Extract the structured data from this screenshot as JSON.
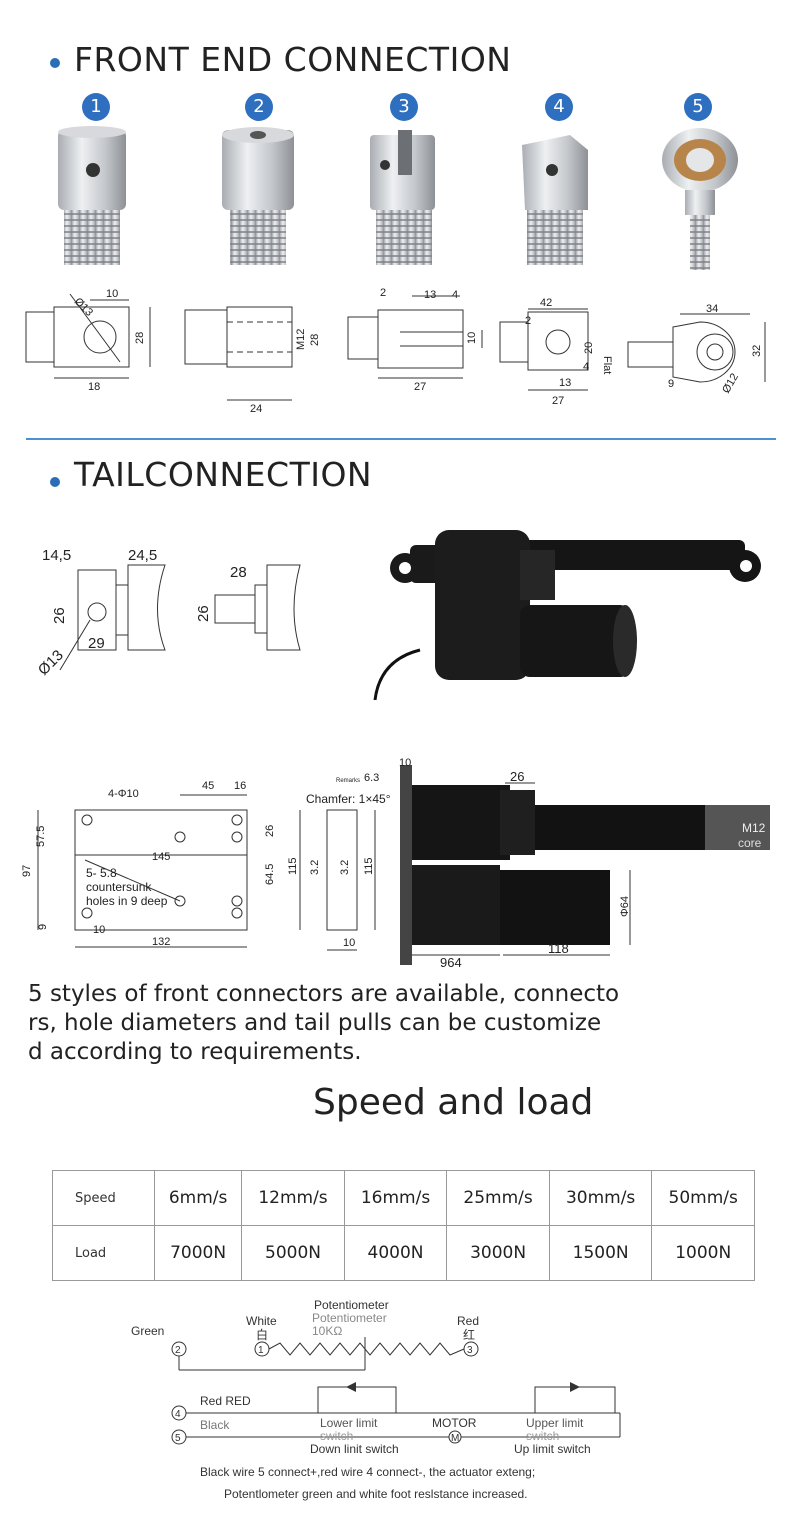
{
  "front": {
    "title": "FRONT END CONNECTION",
    "badges": [
      "1",
      "2",
      "3",
      "4",
      "5"
    ],
    "d1": {
      "dia": "Ø13",
      "w": "10",
      "h": "28",
      "len": "18"
    },
    "d2": {
      "m": "M12",
      "h": "28",
      "len": "24"
    },
    "d3": {
      "a": "2",
      "b": "13",
      "c": "4",
      "h": "10",
      "len": "27"
    },
    "d4": {
      "top": "42",
      "a": "2",
      "flat": "20",
      "flat_label": "Flat",
      "c": "4",
      "b": "13",
      "len": "27"
    },
    "d5": {
      "top": "34",
      "h": "32",
      "a": "9",
      "dia": "Ø12"
    }
  },
  "tail": {
    "title": "TAILCONNECTION",
    "t1": {
      "a": "14,5",
      "b": "24,5",
      "c": "26",
      "d": "29",
      "dia": "Ø13"
    },
    "t2": {
      "a": "28",
      "b": "26"
    }
  },
  "mount": {
    "hole": "4-Φ10",
    "d45": "45",
    "d16": "16",
    "d57": "57.5",
    "d97": "97",
    "d26": "26",
    "d145": "145",
    "d64": "64.5",
    "d115": "115",
    "d32": "3.2",
    "d9": "9",
    "d10": "10",
    "d132": "132",
    "csk1": "5- 5.8",
    "csk2": "countersunk",
    "csk3": "holes in 9 deep",
    "s_label": "Remarks",
    "s_63": "6.3",
    "chamfer": "Chamfer: 1×45°",
    "s_32": "3.2",
    "s_115": "115",
    "s_10": "10",
    "m10": "10",
    "m26": "26",
    "m12": "M12",
    "core": "core",
    "m64": "Φ64",
    "m964": "964",
    "m118": "118"
  },
  "paragraph": {
    "lines": [
      "5 styles of front connectors are available, connecto",
      "rs, hole diameters and tail pulls can be customize",
      "d according to requirements."
    ]
  },
  "speed_load": {
    "title": "Speed and load",
    "rows": [
      {
        "label": "Speed",
        "values": [
          "6mm/s",
          "12mm/s",
          "16mm/s",
          "25mm/s",
          "30mm/s",
          "50mm/s"
        ]
      },
      {
        "label": "Load",
        "values": [
          "7000N",
          "5000N",
          "4000N",
          "3000N",
          "1500N",
          "1000N"
        ]
      }
    ]
  },
  "wiring": {
    "green": "Green",
    "white": "White",
    "white_cn": "白",
    "pot": "Potentiometer",
    "pot2": "Potentiometer",
    "pot3": "10KΩ",
    "red": "Red",
    "red_cn": "红",
    "n1": "1",
    "n2": "2",
    "n3": "3",
    "n4": "4",
    "n5": "5",
    "red_red": "Red RED",
    "black": "Black",
    "lower1": "Lower limit",
    "lower2": "switch",
    "motor": "MOTOR",
    "motor_m": "M",
    "upper1": "Upper limit",
    "upper2": "switch",
    "down": "Down linit switch",
    "up": "Up limit switch",
    "note1": "Black wire 5 connect+,red wire 4 connect-,  the actuator exteng;",
    "note2": "Potentlometer green and white foot reslstance increased."
  }
}
